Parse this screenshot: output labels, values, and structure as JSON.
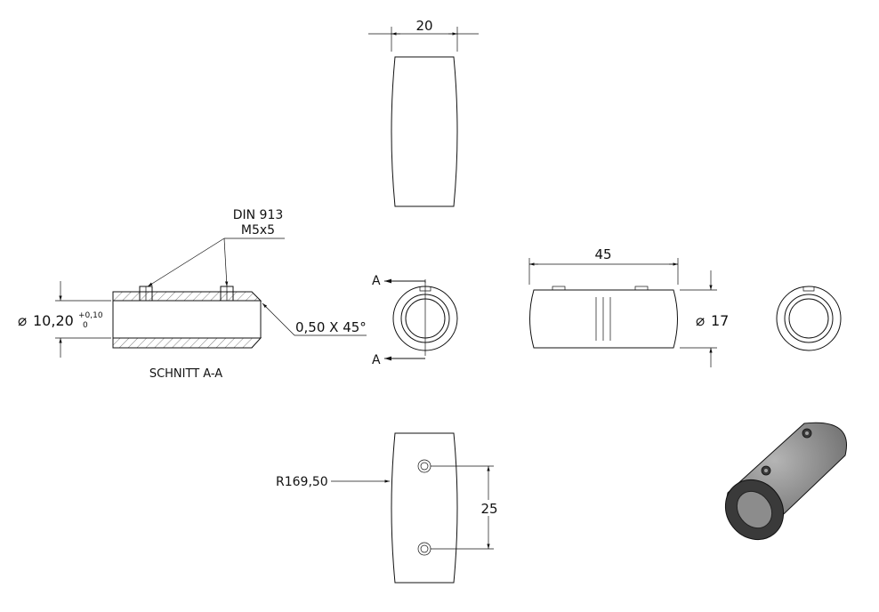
{
  "dimensions": {
    "top_width": "20",
    "front_length": "45",
    "diameter_symbol": "⌀",
    "front_diameter": "17",
    "hole_spacing": "25",
    "radius": "R169,50",
    "chamfer": "0,50 X 45°",
    "bore_diameter": "10,20",
    "bore_tol_upper": "+0,10",
    "bore_tol_lower": "0"
  },
  "callouts": {
    "screw_standard": "DIN 913",
    "screw_size": "M5x5"
  },
  "section": {
    "letter_top": "A",
    "letter_bottom": "A",
    "caption": "SCHNITT A-A"
  },
  "colors": {
    "line": "#111111",
    "iso_body": "#8a8a8a",
    "iso_dark": "#2a2a2a"
  }
}
